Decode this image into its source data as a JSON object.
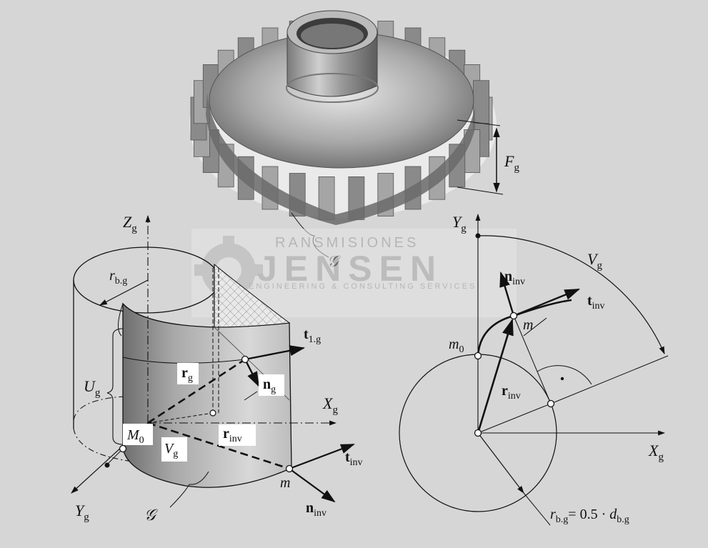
{
  "watermark": {
    "line1": "RANSMISIONES",
    "line2": "JENSEN",
    "line3": "ENGINEERING & CONSULTING SERVICES"
  },
  "labels": {
    "F": "F",
    "F_sub": "g",
    "Z": "Z",
    "Z_sub": "g",
    "rbg": "r",
    "rbg_sub": "b.g",
    "U": "U",
    "U_sub": "g",
    "M0": "M",
    "M0_sub": "0",
    "V": "V",
    "V_sub": "g",
    "Y": "Y",
    "Y_sub": "g",
    "X": "X",
    "X_sub": "g",
    "rg": "r",
    "rg_sub": "g",
    "ng": "n",
    "ng_sub": "g",
    "t1g": "t",
    "t1g_sub": "1.g",
    "rinv": "r",
    "rinv_sub": "inv",
    "tinv": "t",
    "tinv_sub": "inv",
    "ninv": "n",
    "ninv_sub": "inv",
    "m": "m",
    "m0": "m",
    "m0_sub": "0",
    "calig": "𝒢",
    "rel_lhs": "r",
    "rel_lhs_sub": "b.g",
    "rel_mid": "= 0.5 · ",
    "rel_d": "d",
    "rel_d_sub": "b.g"
  }
}
